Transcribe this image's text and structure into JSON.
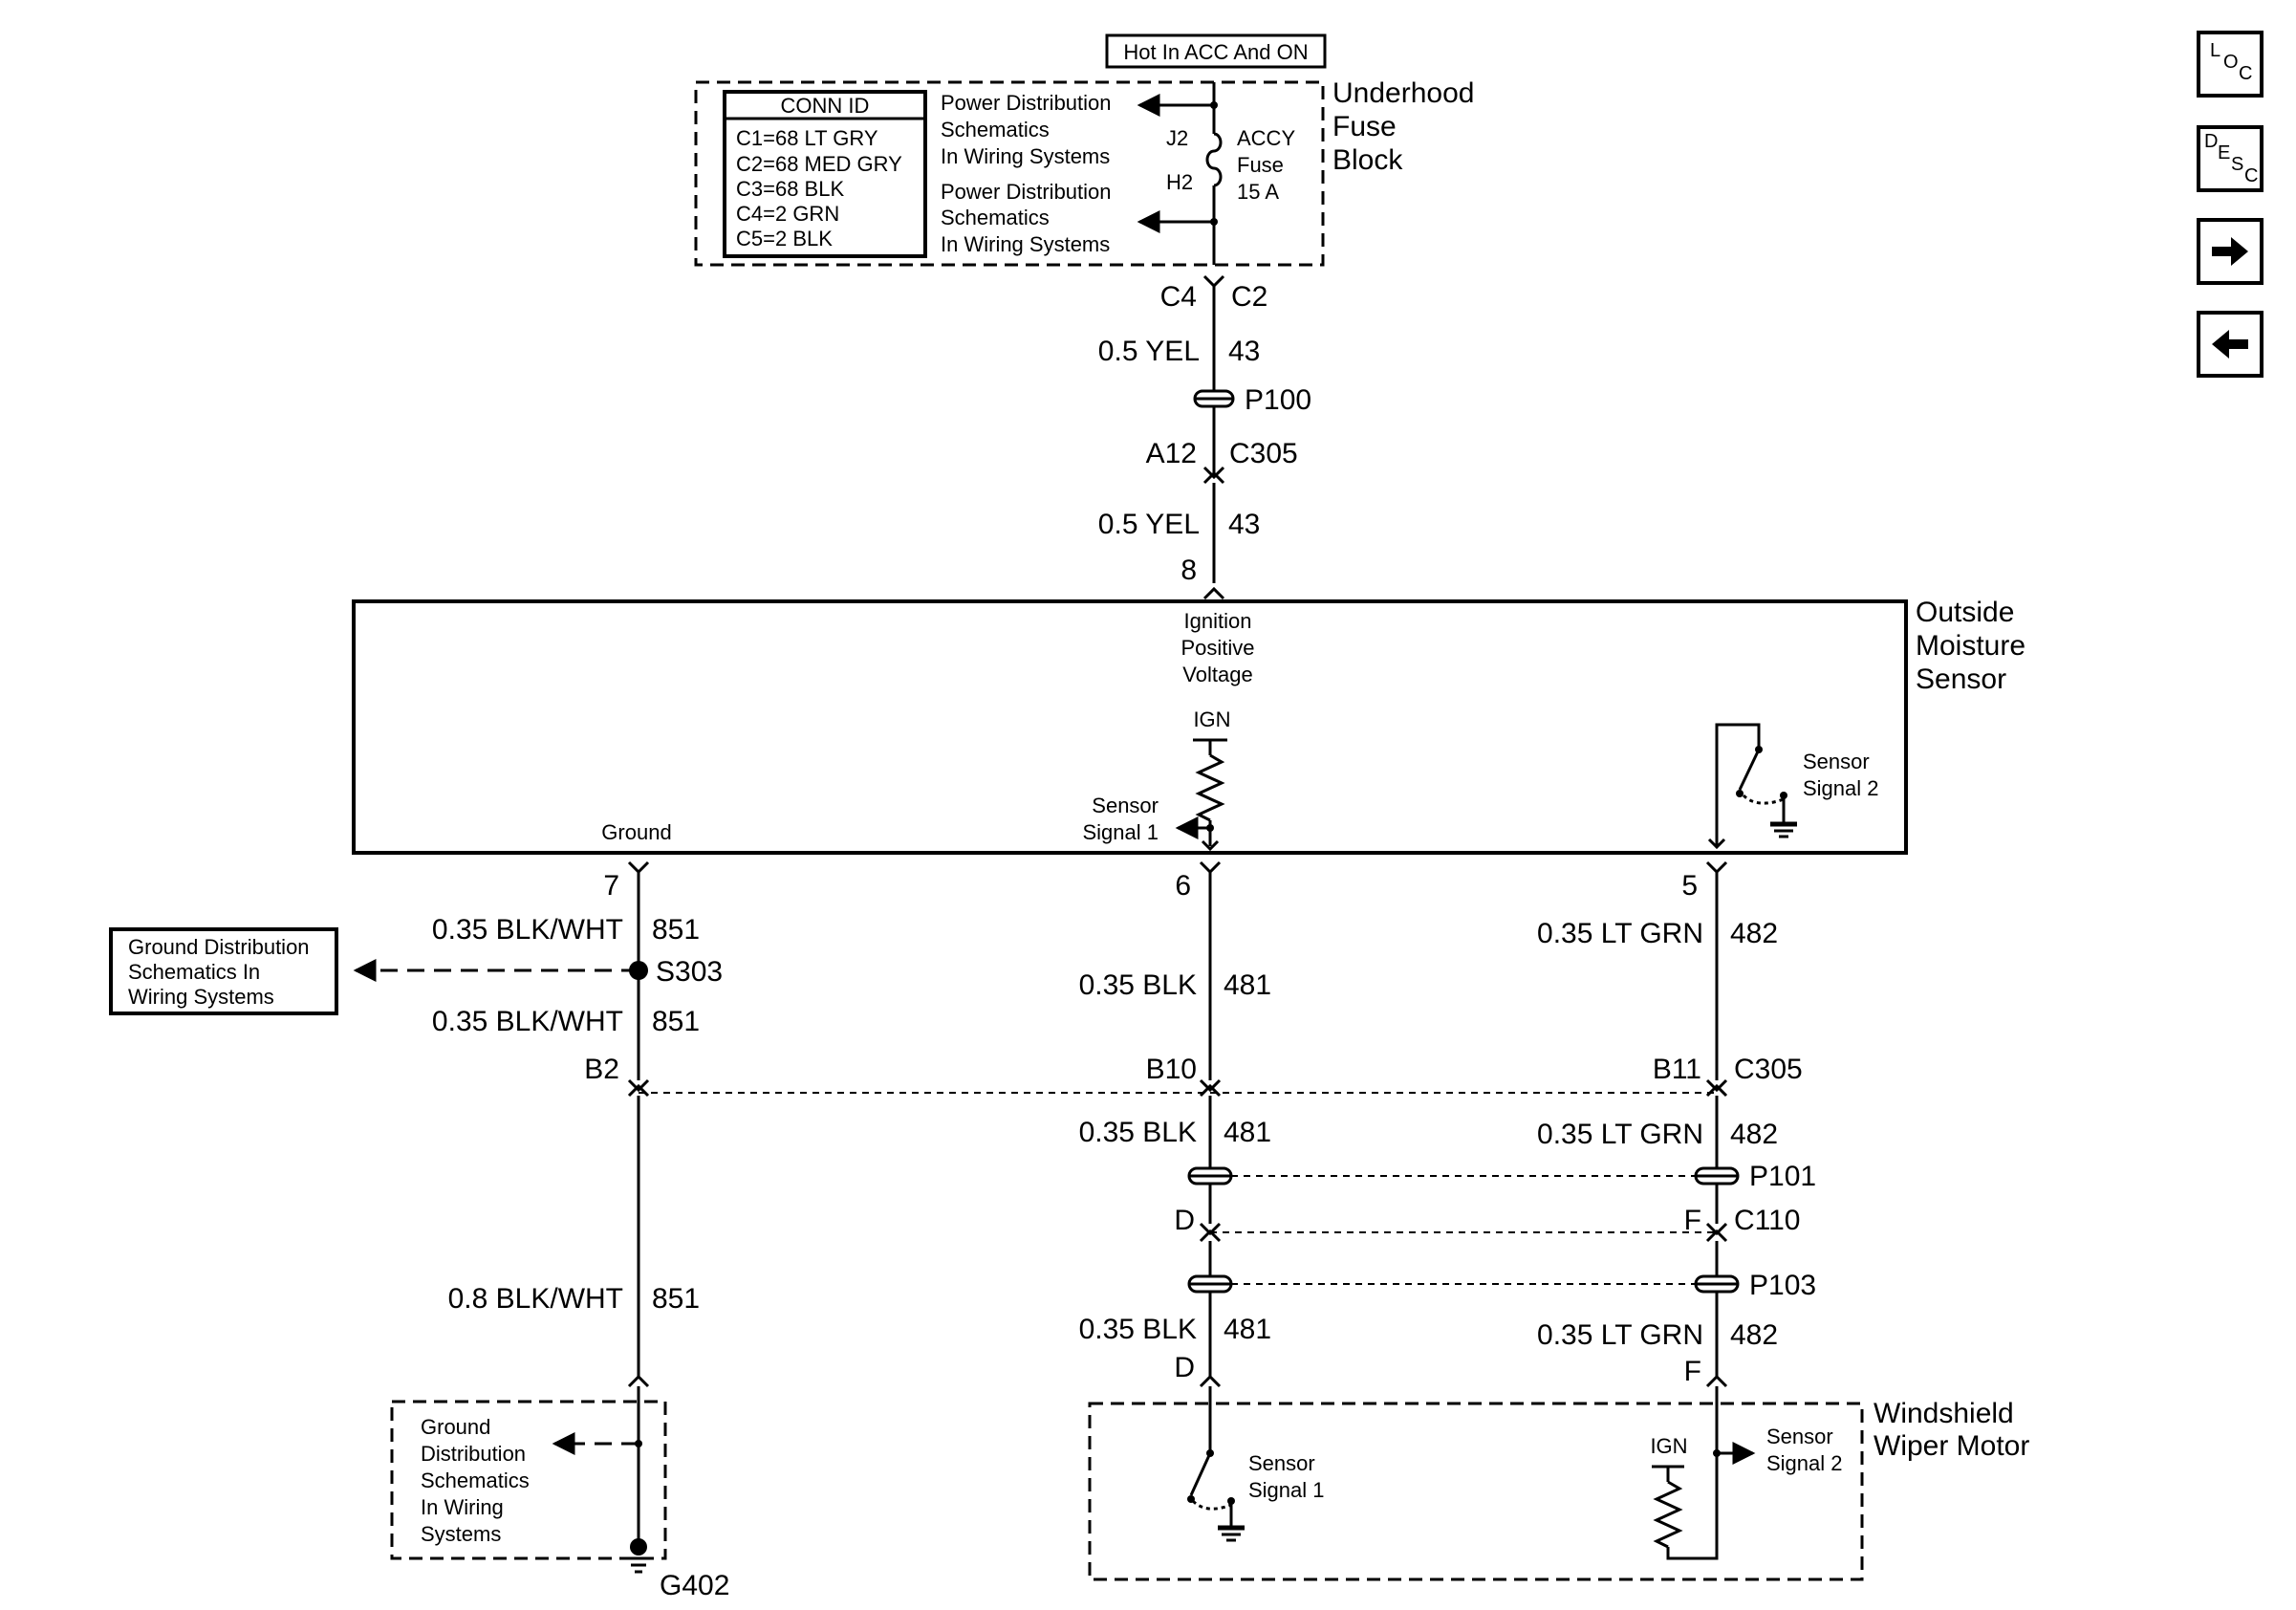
{
  "top_supply": {
    "hot_label": "Hot In ACC And ON",
    "block_name": [
      "Underhood",
      "Fuse",
      "Block"
    ],
    "conn_id_title": "CONN ID",
    "conn_ids": [
      "C1=68 LT GRY",
      "C2=68 MED GRY",
      "C3=68 BLK",
      "C4=2 GRN",
      "C5=2 BLK"
    ],
    "power_ref_1": [
      "Power Distribution",
      "Schematics",
      "In Wiring Systems"
    ],
    "power_ref_2": [
      "Power Distribution",
      "Schematics",
      "In Wiring Systems"
    ],
    "fuse_pin_in": "J2",
    "fuse_pin_out": "H2",
    "fuse_label": [
      "ACCY",
      "Fuse",
      "15 A"
    ]
  },
  "feed_circuit": {
    "conn_1_left": "C4",
    "conn_1_right": "C2",
    "wire_1": "0.5 YEL",
    "circuit_1": "43",
    "pass_through": "P100",
    "conn_2_left": "A12",
    "conn_2_right": "C305",
    "wire_2": "0.5 YEL",
    "circuit_2": "43",
    "sensor_pin": "8"
  },
  "sensor": {
    "name": [
      "Outside",
      "Moisture",
      "Sensor"
    ],
    "ign_voltage": [
      "Ignition",
      "Positive",
      "Voltage"
    ],
    "ign": "IGN",
    "signal_1": [
      "Sensor",
      "Signal 1"
    ],
    "signal_2": [
      "Sensor",
      "Signal 2"
    ],
    "ground": "Ground"
  },
  "ground_circuit": {
    "pin": "7",
    "wire_1": "0.35 BLK/WHT",
    "circuit_1": "851",
    "splice": "S303",
    "ref": [
      "Ground Distribution",
      "Schematics In",
      "Wiring Systems"
    ],
    "wire_2": "0.35 BLK/WHT",
    "circuit_2": "851",
    "conn": "B2",
    "wire_3": "0.8 BLK/WHT",
    "circuit_3": "851",
    "bottom_ref": [
      "Ground",
      "Distribution",
      "Schematics",
      "In Wiring",
      "Systems"
    ],
    "ground_point": "G402"
  },
  "signal1_circuit": {
    "pin": "6",
    "wire_1": "0.35 BLK",
    "circuit_1": "481",
    "conn": "B10",
    "wire_2": "0.35 BLK",
    "circuit_2": "481",
    "c110_pin_top": "D",
    "wire_3": "0.35 BLK",
    "circuit_3": "481",
    "motor_pin": "D"
  },
  "signal2_circuit": {
    "pin": "5",
    "wire_1": "0.35 LT GRN",
    "circuit_1": "482",
    "conn": "B11",
    "conn_name": "C305",
    "wire_2": "0.35 LT GRN",
    "circuit_2": "482",
    "pass_1": "P101",
    "c110_pin": "F",
    "c110_name": "C110",
    "pass_2": "P103",
    "wire_3": "0.35 LT GRN",
    "circuit_3": "482",
    "motor_pin": "F"
  },
  "wiper_motor": {
    "name": [
      "Windshield",
      "Wiper Motor"
    ],
    "signal_1": [
      "Sensor",
      "Signal 1"
    ],
    "signal_2": [
      "Sensor",
      "Signal 2"
    ],
    "ign": "IGN"
  },
  "nav": {
    "loc": [
      "L",
      "O",
      "C"
    ],
    "desc": [
      "D",
      "E",
      "S",
      "C"
    ],
    "forward_icon": "right-arrow-icon",
    "back_icon": "left-arrow-icon"
  }
}
